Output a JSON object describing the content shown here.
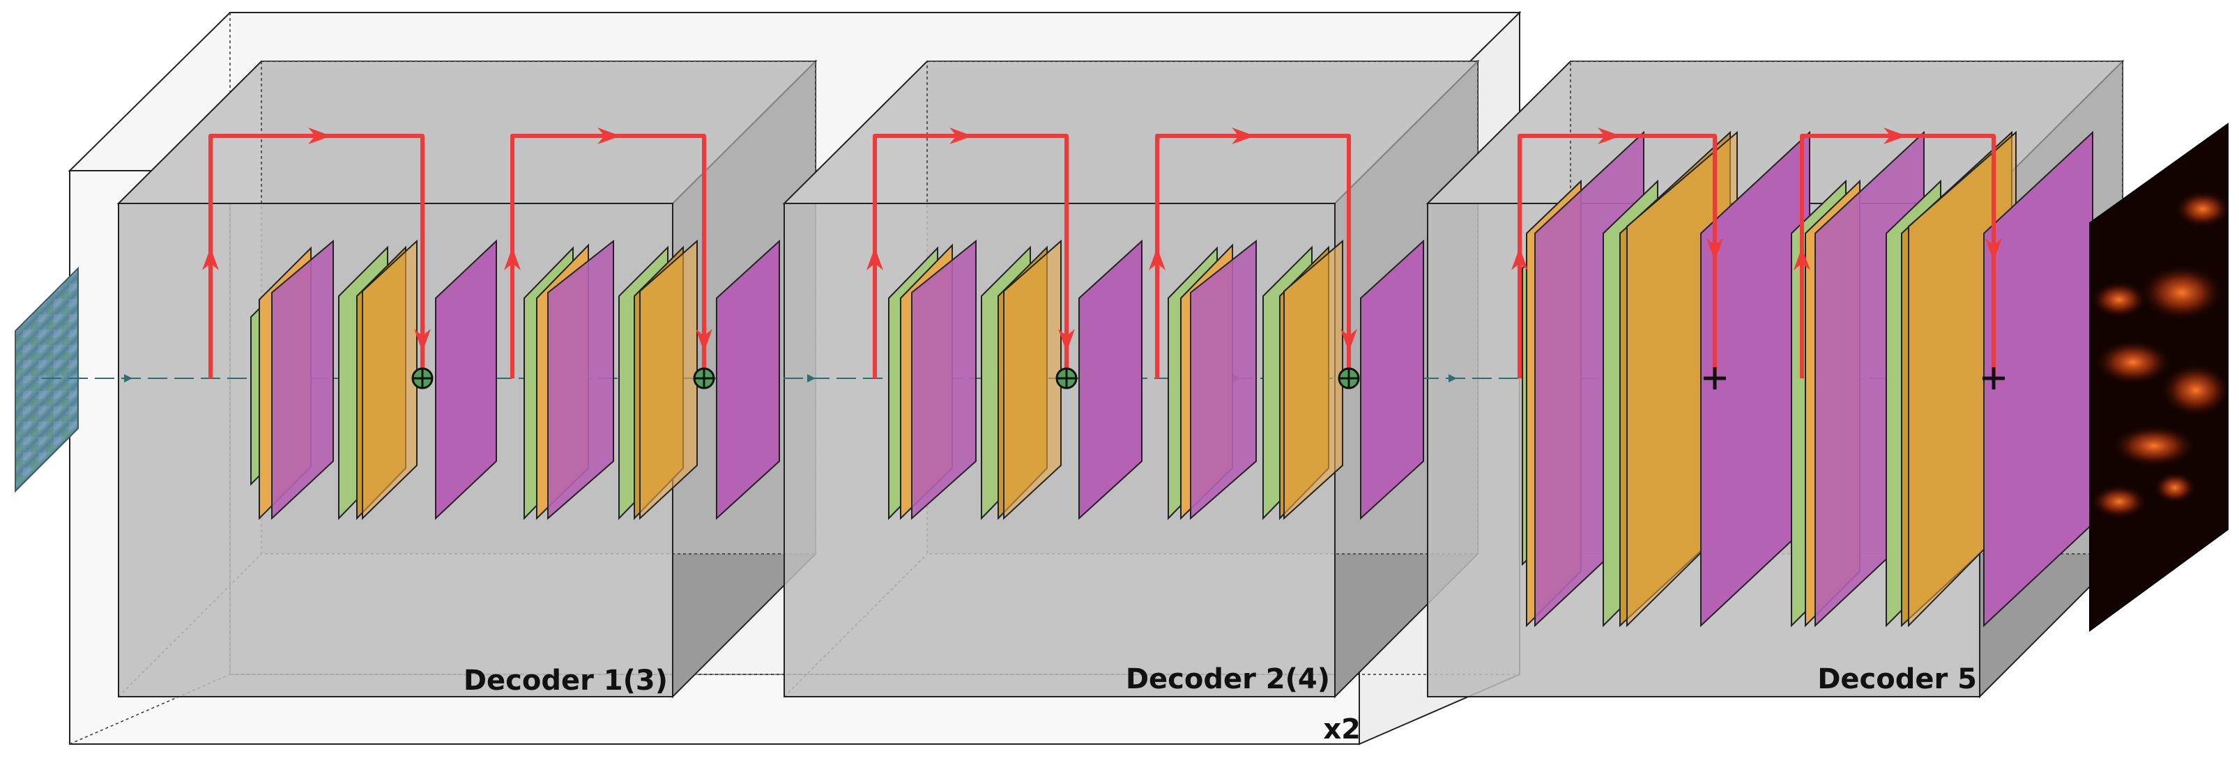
{
  "labels": {
    "decoder1": "Decoder 1(3)",
    "decoder2": "Decoder 2(4)",
    "decoder5": "Decoder 5",
    "repeat": "x2"
  },
  "colors": {
    "outer_box": "#f2f2f2",
    "decoder_box": "#bdbdbd",
    "decoder_side": "#8c8c8c",
    "green_layer": "#a4c97c",
    "orange_layer": "#e6a94b",
    "magenta_layer": "#b562b4",
    "skip_arrow": "#f03a3a",
    "flow_arrow": "#2f6e6e",
    "sum_node": "#4f9f5a"
  },
  "icons": {
    "input": "input-feature-map",
    "output": "output-heatmap",
    "sum": "elementwise-sum-icon"
  }
}
